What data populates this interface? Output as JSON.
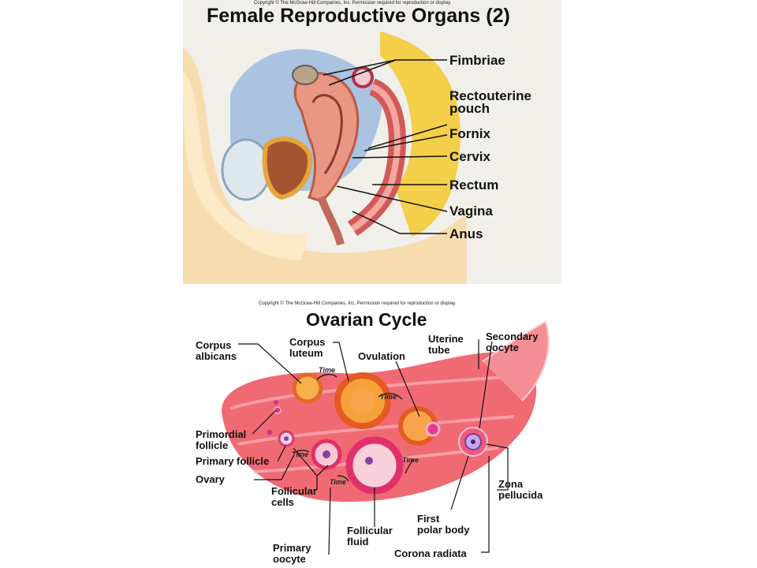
{
  "top_panel": {
    "copyright": "Copyright © The McGraw-Hill Companies, Inc. Permission required for reproduction or display.",
    "title": "Female Reproductive Organs (2)",
    "labels": {
      "fimbriae": "Fimbriae",
      "rectouterine_1": "Rectouterine",
      "rectouterine_2": "pouch",
      "fornix": "Fornix",
      "cervix": "Cervix",
      "rectum": "Rectum",
      "vagina": "Vagina",
      "anus": "Anus"
    }
  },
  "bottom_panel": {
    "copyright": "Copyright © The McGraw-Hill Companies, Inc. Permission required for reproduction or display.",
    "title": "Ovarian Cycle",
    "labels": {
      "corpus_albicans_1": "Corpus",
      "corpus_albicans_2": "albicans",
      "corpus_luteum_1": "Corpus",
      "corpus_luteum_2": "luteum",
      "ovulation": "Ovulation",
      "uterine_tube_1": "Uterine",
      "uterine_tube_2": "tube",
      "secondary_oocyte_1": "Secondary",
      "secondary_oocyte_2": "oocyte",
      "primordial_follicle_1": "Primordial",
      "primordial_follicle_2": "follicle",
      "primary_follicle": "Primary follicle",
      "ovary": "Ovary",
      "follicular_cells_1": "Follicular",
      "follicular_cells_2": "cells",
      "zona_pellucida_1": "Zona",
      "zona_pellucida_2": "pellucida",
      "first_polar_body_1": "First",
      "first_polar_body_2": "polar body",
      "follicular_fluid_1": "Follicular",
      "follicular_fluid_2": "fluid",
      "primary_oocyte_1": "Primary",
      "primary_oocyte_2": "oocyte",
      "corona_radiata": "Corona radiata",
      "time": "Time"
    }
  },
  "colors": {
    "skin": "#f6d9a6",
    "uterus_pink": "#e79a86",
    "bladder_blue": "#9fb8d8",
    "ovary_red": "#e8394e",
    "follicle_orange": "#f39a3a",
    "oocyte_purple": "#8a3fa0"
  }
}
